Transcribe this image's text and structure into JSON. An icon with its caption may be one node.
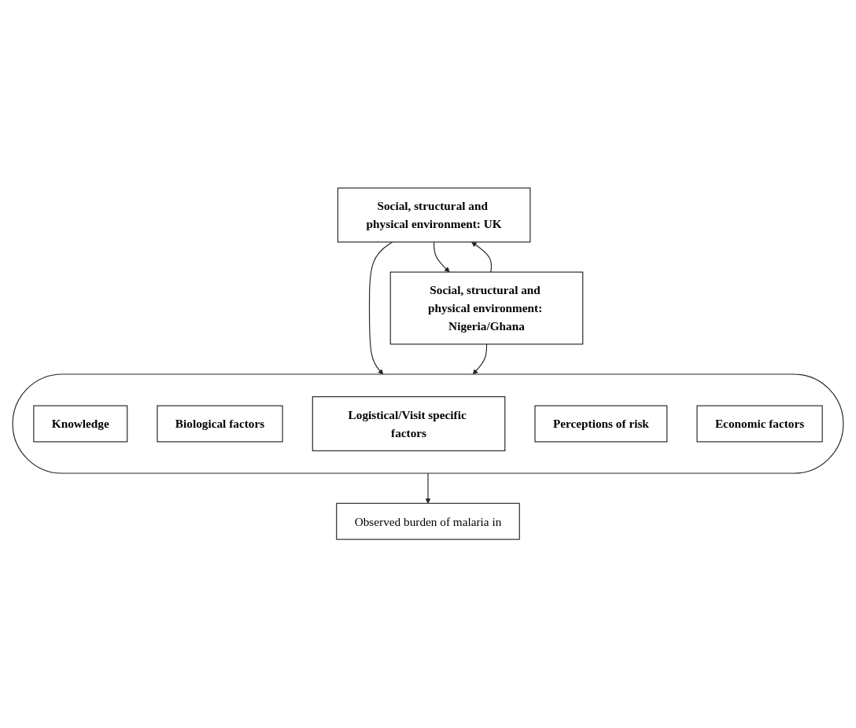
{
  "diagram": {
    "nodes": [
      {
        "text": [
          "Social, structural and physical environment: UK"
        ]
      },
      {
        "text": [],
        "shape": "ellipse"
      },
      {
        "text": [
          "Knowledge"
        ],
        "in": 1
      },
      {
        "text": [
          "Biological factors"
        ],
        "in": 1
      },
      {
        "text": [
          "Logistical/Visit specific factors"
        ],
        "in": 1
      },
      {
        "text": [
          "Perceptions of risk"
        ],
        "in": 1
      },
      {
        "text": [
          "Economic factors"
        ],
        "in": 1
      },
      {
        "text": [
          "Observed burden of malaria in"
        ]
      },
      {
        "text": [
          "Social, structural and physical environment: Nigeria/Ghana"
        ]
      }
    ],
    "edges": [
      {
        "from": 0,
        "to": 1,
        "arrow": "to"
      },
      {
        "from": 8,
        "to": 1,
        "arrow": "to"
      },
      {
        "from": 1,
        "to": 7,
        "arrow": "to"
      },
      {
        "from": 8,
        "to": 0,
        "arrow": "to"
      },
      {
        "from": 0,
        "to": 8,
        "arrow": "to"
      }
    ]
  }
}
